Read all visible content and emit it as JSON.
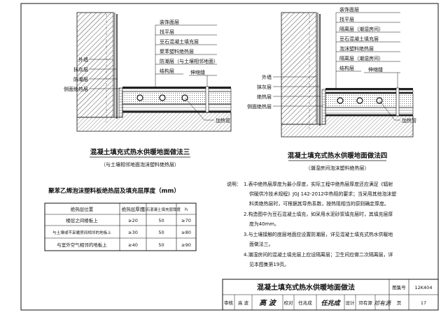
{
  "detail3": {
    "right_labels": [
      "装饰面层",
      "找平层",
      "豆石混凝土填充层",
      "聚苯塑料绝热层",
      "防潮层（与土壤相邻地面）",
      "结构层"
    ],
    "gap_label": "伸缩缝",
    "left_labels": [
      "外墙",
      "抹灰层",
      "防潮层",
      "侧面绝热层"
    ],
    "pipe_label": "加热管",
    "title": "混凝土填充式热水供暖地面做法三",
    "subtitle": "（与土壤相邻地面泡沫塑料绝热层）"
  },
  "detail4": {
    "right_labels": [
      "装饰面层",
      "找平层",
      "隔离层（潮湿房间）",
      "豆石混凝土填充层",
      "泡沫塑料绝热层",
      "隔离层（潮湿房间）",
      "结构层"
    ],
    "gap_label": "伸缩缝",
    "left_labels": [
      "外墙",
      "抹灰层",
      "绝热层",
      "侧面绝热层"
    ],
    "pipe_label": "加热管",
    "title": "混凝土填充式热水供暖地面做法四",
    "subtitle": "（潮湿房间泡沫塑料绝热层）"
  },
  "table": {
    "title": "聚苯乙烯泡沫塑料板绝热层及填充层厚度（mm）",
    "headers": [
      "绝热层位置",
      "绝热层厚度",
      "豆石混凝土填充层厚度",
      "h"
    ],
    "rows": [
      [
        "楼层之间楼板上",
        "≥20",
        "50",
        "≥70"
      ],
      [
        "与土壤或不采暖房间相邻的地板上",
        "≥30",
        "50",
        "≥80"
      ],
      [
        "与室外空气相邻的地板上",
        "≥40",
        "50",
        "≥90"
      ]
    ]
  },
  "notes": {
    "head": "说明：",
    "lines": [
      "1.表中绝热层厚度为最小厚度，实际工程中绝热层厚度还应满足《辐射",
      "供暖供冷技术规程》JGJ 142-2012中热阻的要求；当采用其他泡沫塑",
      "料类绝热层时，可根据其导热系数，按热阻相当的原则确定厚度。",
      "2.构造图中为豆石混凝土填充，如采用水泥砂浆填充层时，其填充层厚",
      "度为40mm。",
      "3.与土壤接触的底层地面应设置防潮层，详见混凝土填充式热水供暖地",
      "面做法三。",
      "4.潮湿房间的混凝土填充层上应设隔离层；卫生间应做二次隔离层，详",
      "见本图集第19页。"
    ]
  },
  "titleblock": {
    "title": "混凝土填充式热水供暖地面做法",
    "atlas_label": "图集号",
    "atlas_no": "12K404",
    "review_label": "审核",
    "reviewer": "高 波",
    "check_label": "校对",
    "checker": "任兆成",
    "design_label": "设计",
    "designer": "邓有源",
    "page_label": "页",
    "page_no": "17"
  }
}
